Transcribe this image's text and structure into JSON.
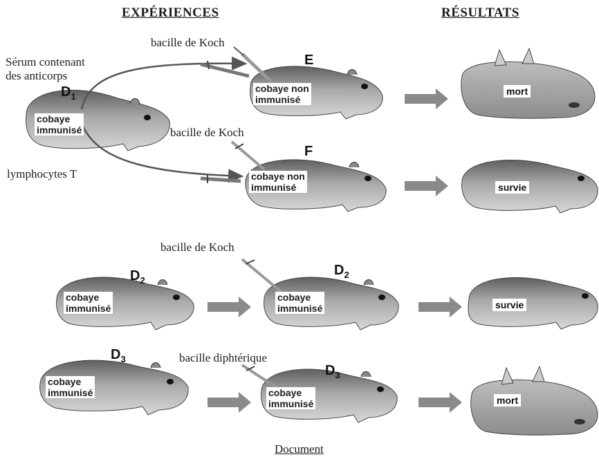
{
  "headers": {
    "experiences": "EXPÉRIENCES",
    "resultats": "RÉSULTATS"
  },
  "labels": {
    "serum": "Sérum contenant",
    "serum2": "des anticorps",
    "lymphocytes": "lymphocytes T",
    "bacille_koch_1": "bacille de Koch",
    "bacille_koch_2": "bacille de Koch",
    "bacille_koch_3": "bacille de Koch",
    "bacille_diphterique": "bacille diphtérique"
  },
  "animals": {
    "d1": {
      "tag": "D",
      "sub": "1",
      "line1": "cobaye",
      "line2": "immunisé"
    },
    "e": {
      "tag": "E",
      "line1": "cobaye non",
      "line2": "immunisé"
    },
    "f": {
      "tag": "F",
      "line1": "cobaye non",
      "line2": "immunisé"
    },
    "d2a": {
      "tag": "D",
      "sub": "2",
      "line1": "cobaye",
      "line2": "immunisé"
    },
    "d2b": {
      "tag": "D",
      "sub": "2",
      "line1": "cobaye",
      "line2": "immunisé"
    },
    "d3a": {
      "tag": "D",
      "sub": "3",
      "line1": "cobaye",
      "line2": "immunisé"
    },
    "d3b": {
      "tag": "D",
      "sub": "3",
      "line1": "cobaye",
      "line2": "immunisé"
    }
  },
  "results": {
    "e": "mort",
    "f": "survie",
    "d2": "survie",
    "d3": "mort"
  },
  "footer": "Document",
  "colors": {
    "fur_dark": "#6e6e6e",
    "fur_light": "#d9d9d9",
    "arrow": "#8a8a8a"
  }
}
